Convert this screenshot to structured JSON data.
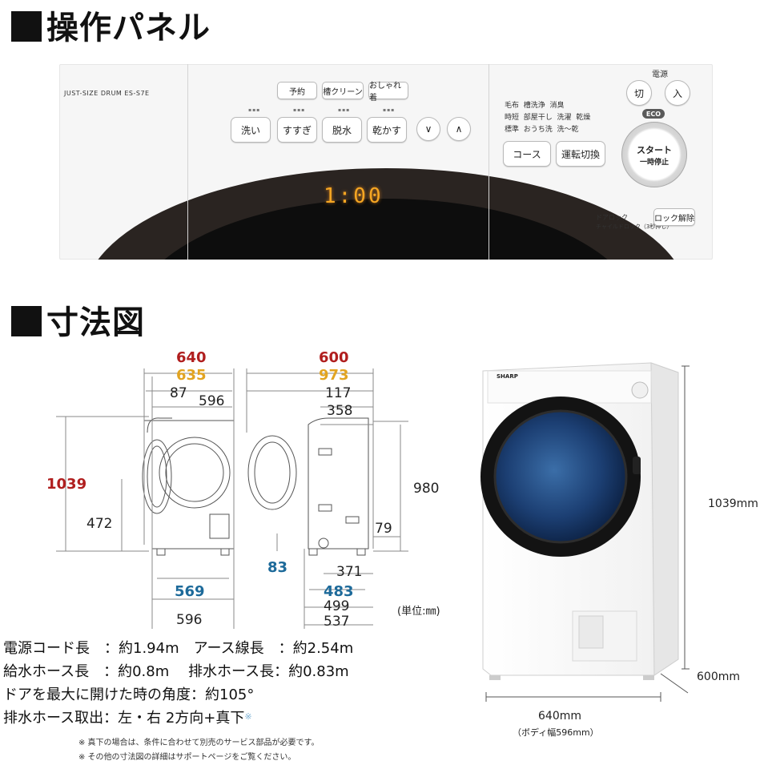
{
  "sections": {
    "panel_title": "操作パネル",
    "dimensions_title": "寸法図"
  },
  "panel": {
    "model": "JUST-SIZE DRUM  ES-S7E",
    "top_buttons": [
      "予約",
      "槽クリーン",
      "おしゃれ着"
    ],
    "main_buttons": [
      "洗い",
      "すすぎ",
      "脱水",
      "乾かす"
    ],
    "arrow_down": "∨",
    "arrow_up": "∧",
    "course_options": [
      [
        "毛布",
        "槽洗浄",
        "消臭"
      ],
      [
        "時短",
        "部屋干し",
        "洗濯",
        "乾燥"
      ],
      [
        "標準",
        "おうち洗",
        "洗～乾"
      ]
    ],
    "course_button": "コース",
    "mode_button": "運転切換",
    "power_label": "電源",
    "power_off": "切",
    "power_on": "入",
    "eco": "ECO",
    "start_line1": "スタート",
    "start_line2": "一時停止",
    "door_lock": "ドアロック",
    "child_lock": "チャイルドロック（3秒押し）",
    "lock_release": "ロック解除",
    "display_time": "1:00"
  },
  "dimensions": {
    "front": {
      "width_640": "640",
      "width_635": "635",
      "offset_87": "87",
      "width_596_top": "596",
      "height_1039": "1039",
      "height_472": "472",
      "feet_569": "569",
      "width_596_bottom": "596"
    },
    "side": {
      "depth_600": "600",
      "depth_973": "973",
      "offset_117": "117",
      "depth_358": "358",
      "height_980": "980",
      "height_79": "79",
      "height_83": "83",
      "depth_371": "371",
      "feet_483": "483",
      "depth_499": "499",
      "depth_537": "537"
    },
    "unit_label": "(単位:㎜)"
  },
  "specs": [
    {
      "text": "電源コード長　：約1.94m　アース線長　：約2.54m"
    },
    {
      "text": "給水ホース長　：約0.8m　 排水ホース長：約0.83m"
    },
    {
      "text": "ドアを最大に開けた時の角度：約105°"
    },
    {
      "text": "排水ホース取出：左・右 2方向+真下",
      "mark": "※"
    }
  ],
  "notes": [
    "※ 真下の場合は、条件に合わせて別売のサービス部品が必要です。",
    "※ その他の寸法図の詳細はサポートページをご覧ください。"
  ],
  "photo": {
    "height": "1039mm",
    "depth": "600mm",
    "width": "640mm",
    "body_width": "（ボディ幅596mm）",
    "brand": "SHARP"
  },
  "colors": {
    "red": "#b01e1e",
    "orange": "#e2a421",
    "blue": "#1d6a9a",
    "display": "#f5a623"
  }
}
